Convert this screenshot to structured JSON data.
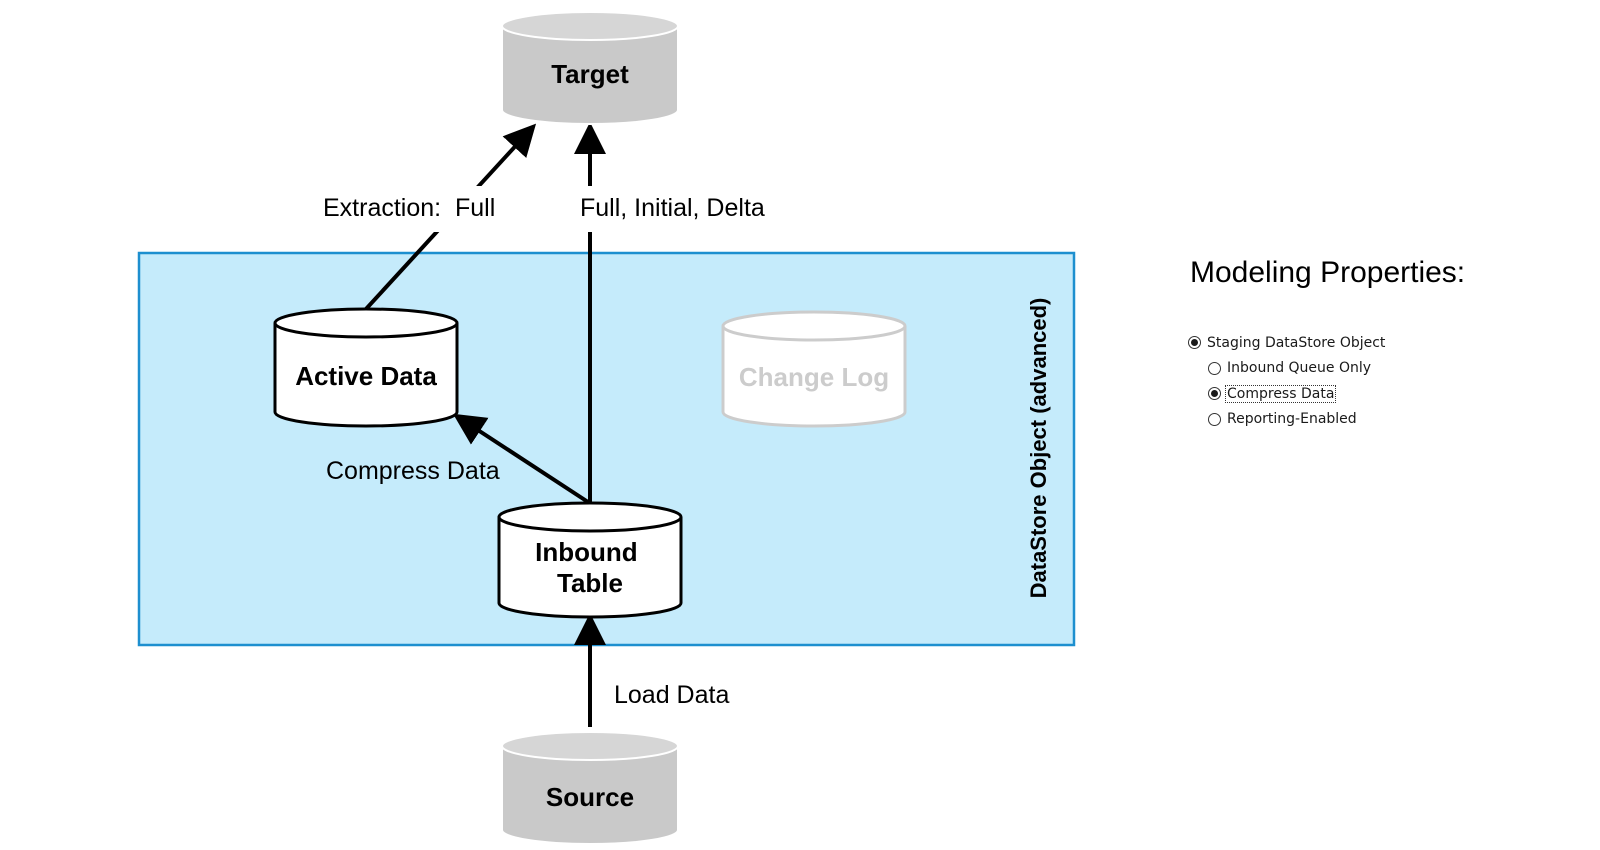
{
  "diagram": {
    "container_label": "DataStore Object (advanced)",
    "container_color": "#C5EBFB",
    "container_border_color": "#1D8FCF",
    "nodes": {
      "target": "Target",
      "active_data": "Active Data",
      "change_log": "Change Log",
      "inbound_table_line1": "Inbound",
      "inbound_table_line2": "Table",
      "source": "Source"
    },
    "edges": {
      "extraction_full": "Extraction:  Full",
      "full_initial_delta": "Full, Initial, Delta",
      "compress_data": "Compress Data",
      "load_data": "Load Data"
    },
    "colors": {
      "external_store": "#C9C9C9",
      "inactive_store": "#CCCCCC",
      "arrow": "#000000"
    }
  },
  "properties": {
    "title": "Modeling Properties:",
    "options": [
      {
        "label": "Staging DataStore Object",
        "selected": true,
        "level": 0
      },
      {
        "label": "Inbound Queue Only",
        "selected": false,
        "level": 1
      },
      {
        "label": "Compress Data",
        "selected": true,
        "level": 1,
        "focused": true
      },
      {
        "label": "Reporting-Enabled",
        "selected": false,
        "level": 1
      }
    ]
  }
}
